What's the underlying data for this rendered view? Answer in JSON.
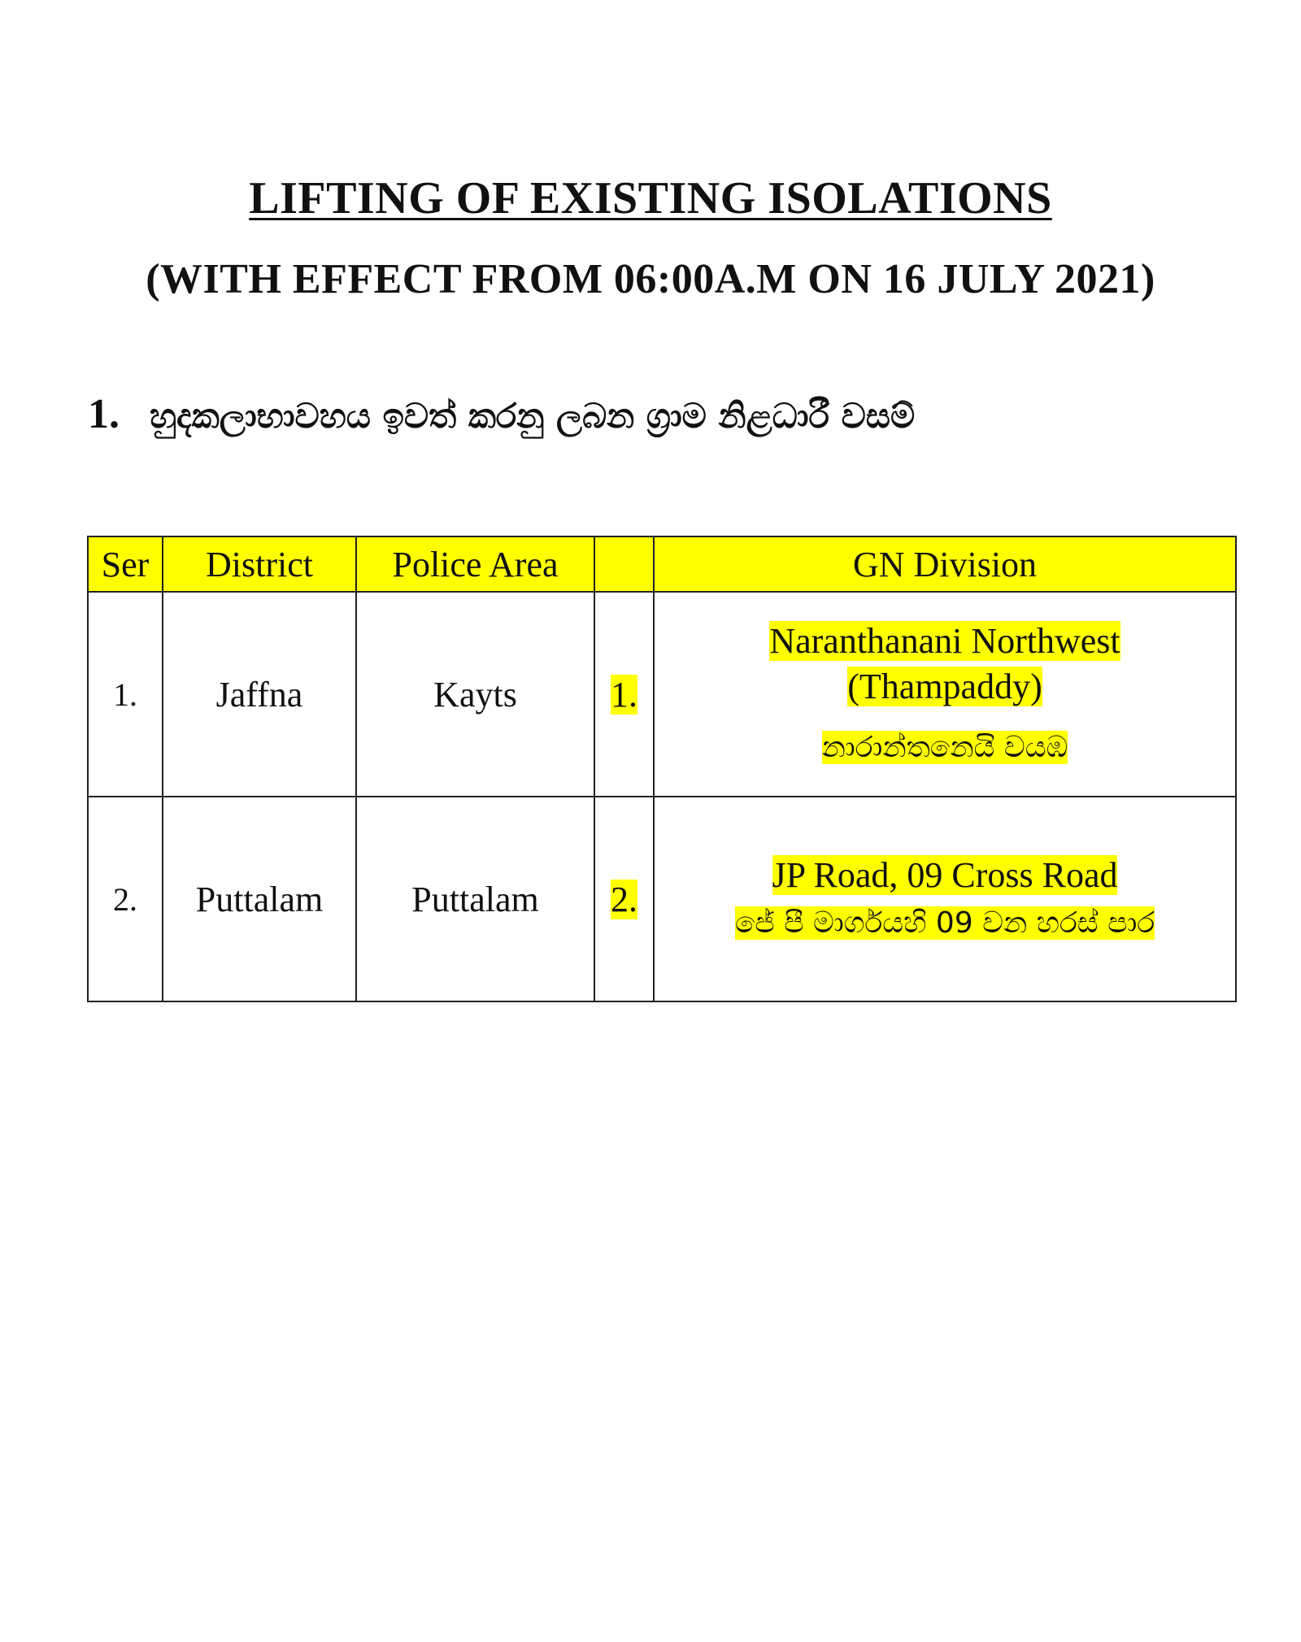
{
  "header": {
    "title": "LIFTING OF EXISTING ISOLATIONS",
    "subtitle": "(WITH EFFECT FROM 06:00A.M ON 16 JULY 2021)"
  },
  "section": {
    "number": "1.",
    "text": "හුදකලාභාවහය ඉවත් කරනු ලබන ග්‍රාම නිළධාරී වසම්"
  },
  "table": {
    "headers": {
      "ser": "Ser",
      "district": "District",
      "police_area": "Police Area",
      "blank": "",
      "gn_division": "GN Division"
    },
    "rows": [
      {
        "ser": "1.",
        "district": "Jaffna",
        "police_area": "Kayts",
        "sub": "1.",
        "gn_line1": "Naranthanani Northwest",
        "gn_line2": "(Thampaddy)",
        "gn_sinhala": "නාරාන්තනෙයි වයඹ"
      },
      {
        "ser": "2.",
        "district": "Puttalam",
        "police_area": "Puttalam",
        "sub": "2.",
        "gn_line1": "JP Road, 09 Cross Road",
        "gn_sinhala": "ජේ පී මාර්ගයහි 09 වන හරස් පාර"
      }
    ]
  },
  "colors": {
    "highlight": "#ffff00",
    "border": "#222222",
    "text": "#111111"
  }
}
